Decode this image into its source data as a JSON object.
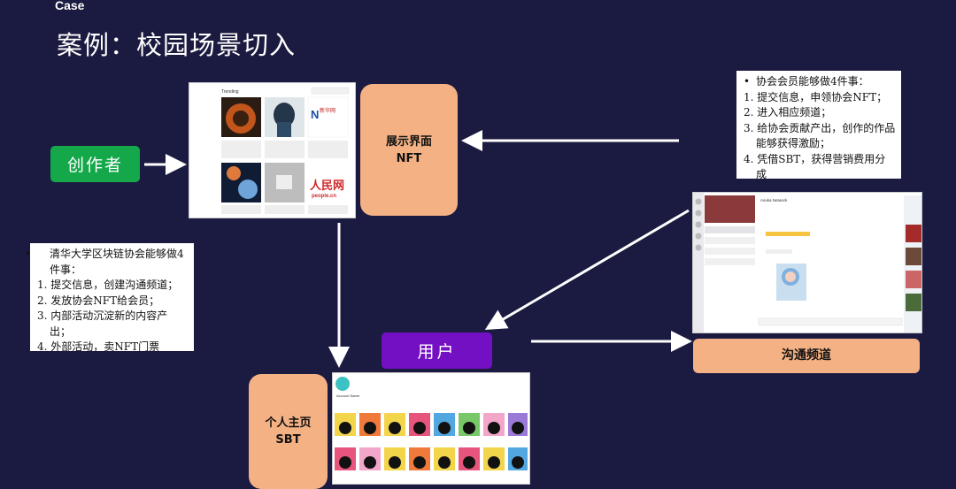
{
  "header": {
    "case": "Case",
    "title": "案例：校园场景切入"
  },
  "nodes": {
    "creator": "创作者",
    "nft_display": [
      "展示界面",
      "NFT"
    ],
    "profile": [
      "个人主页",
      "SBT"
    ],
    "user": "用户",
    "channel": "沟通频道"
  },
  "notes": {
    "member": {
      "intro": "协会会员能够做4件事：",
      "items": [
        "1.  提交信息，申领协会NFT；",
        "2.  进入相应频道；",
        "3.  给协会贡献产出，创作的作品能够获得激励；",
        "4.  凭借SBT，获得营销费用分成"
      ]
    },
    "association": {
      "intro": "清华大学区块链协会能够做4件事：",
      "items": [
        "1.  提交信息，创建沟通频道；",
        "2.  发放协会NFT给会员；",
        "3.  内部活动沉淀新的内容产出；",
        "4.  外部活动，卖NFT门票"
      ]
    }
  },
  "screenshots": {
    "gallery": {
      "heading": "Trending",
      "brand1": "新华网",
      "brand2": "人民网",
      "brand2_sub": "people.cn"
    },
    "chat": {
      "banner": "Asuka Network"
    },
    "profile": {
      "heading": "Account Name"
    }
  },
  "colors": {
    "background": "#1b1a40",
    "green": "#14a84a",
    "purple": "#7310c4",
    "peach": "#f4b184"
  }
}
